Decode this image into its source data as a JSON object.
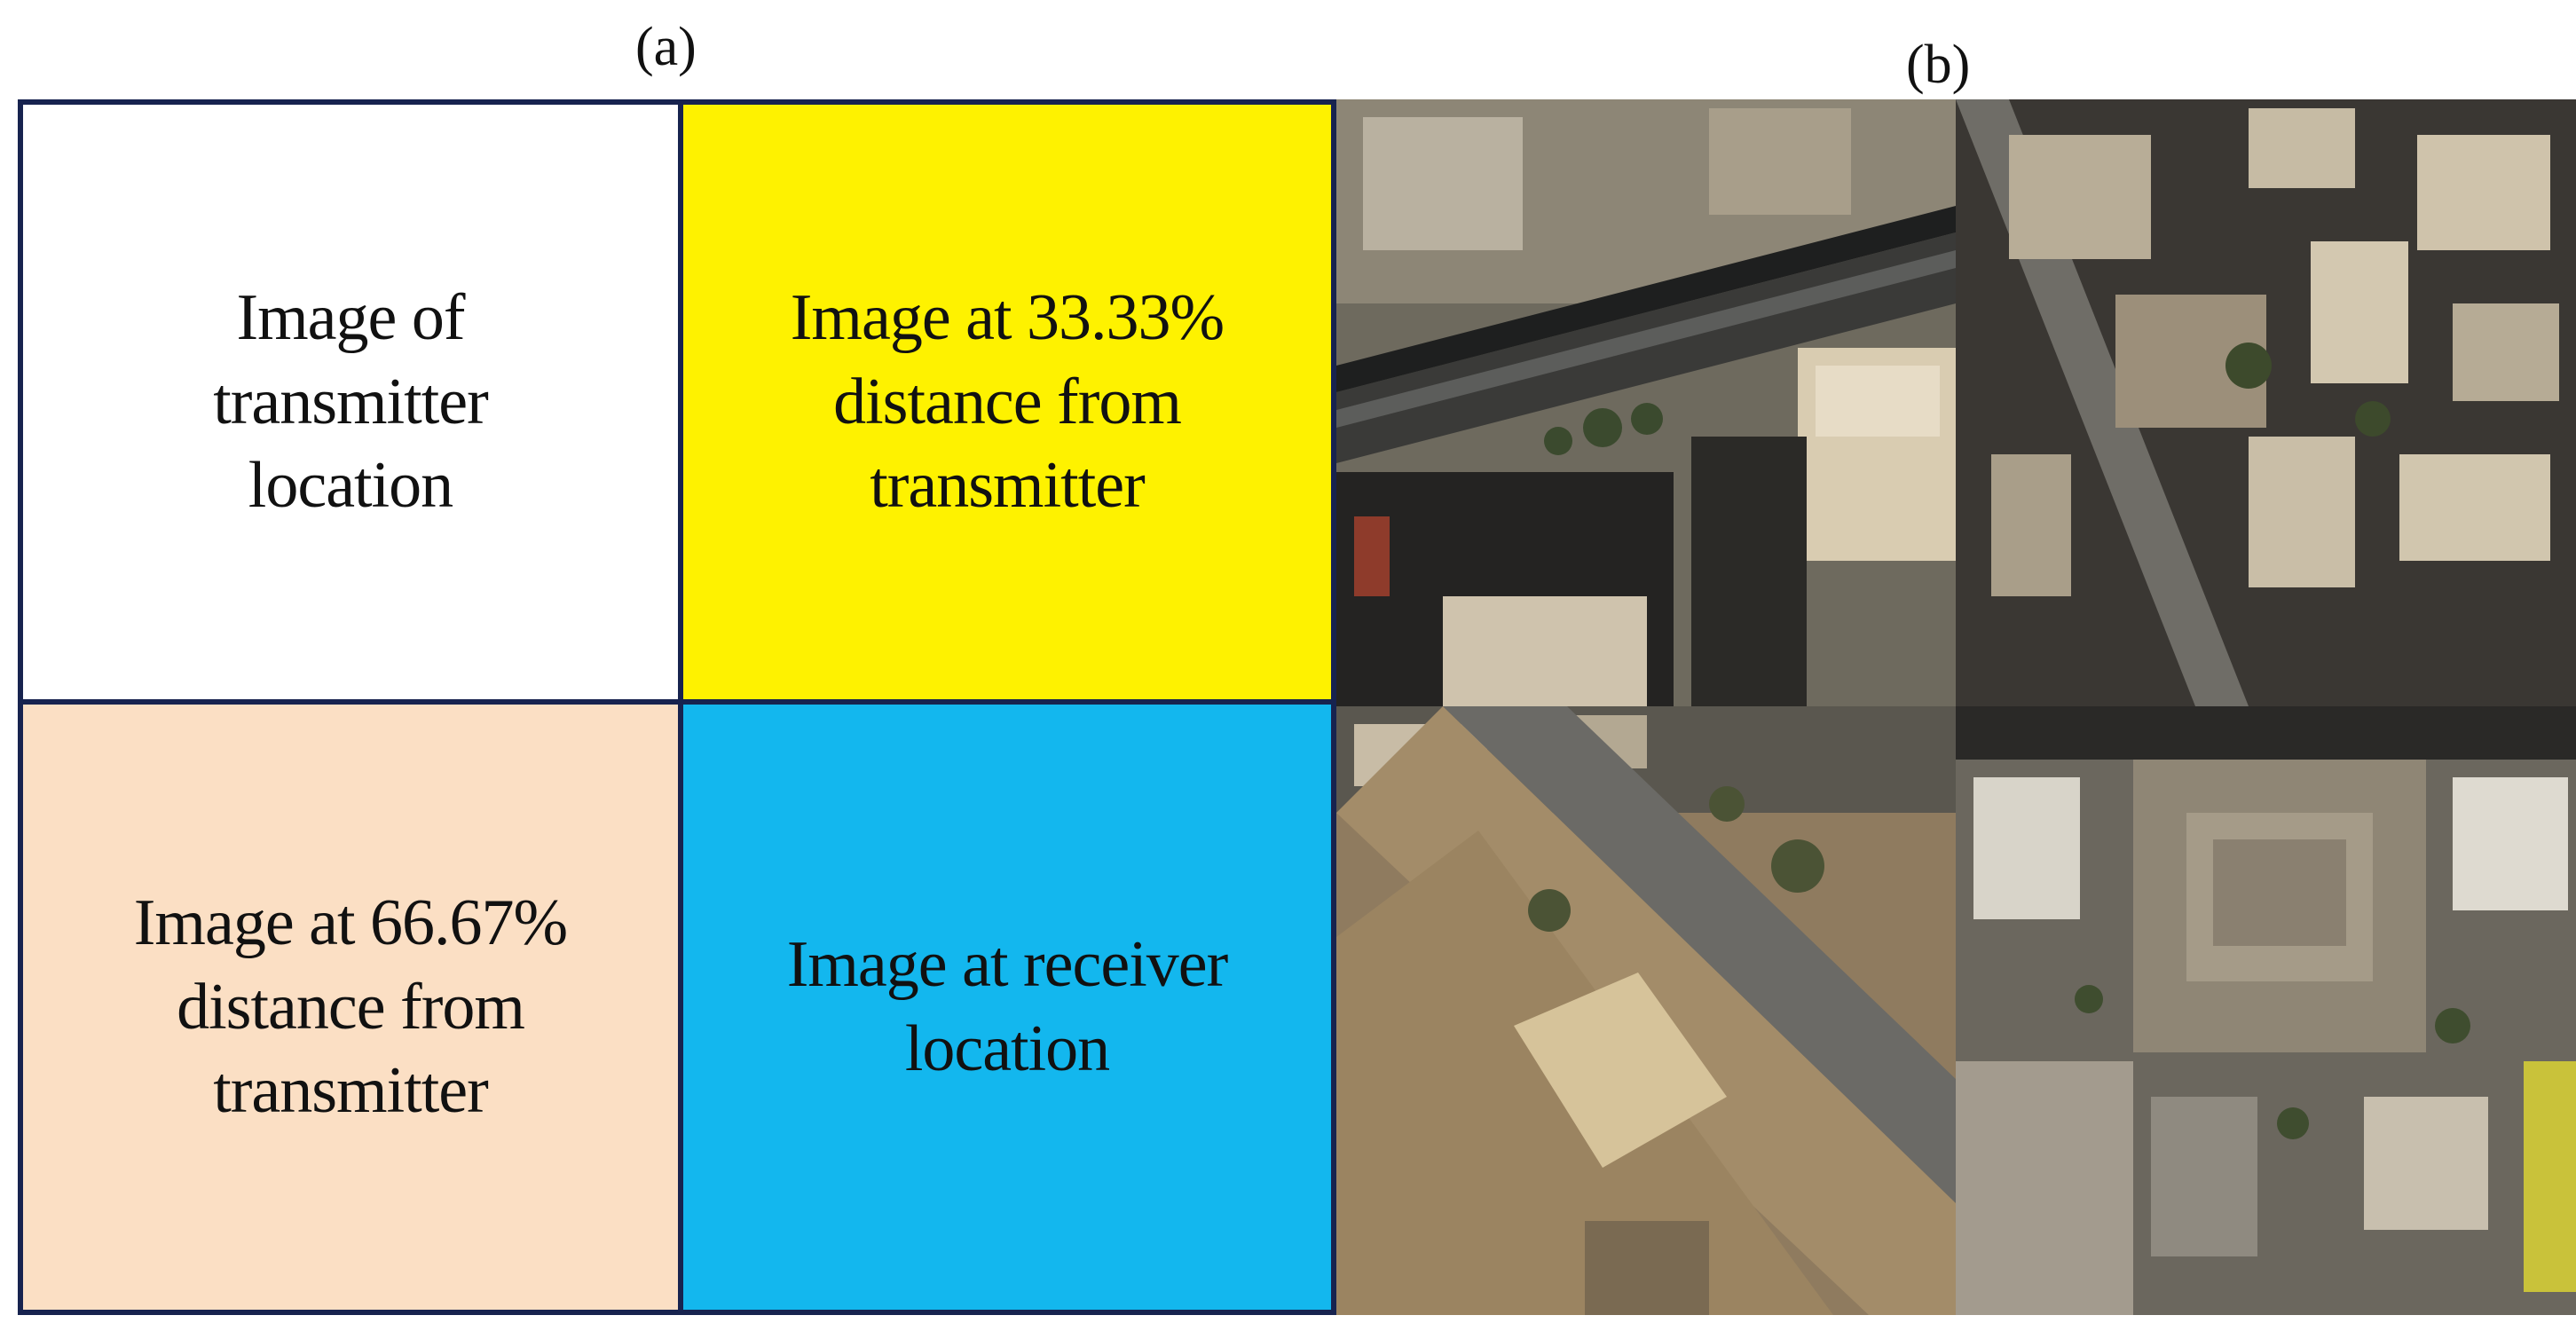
{
  "panels": {
    "a": {
      "label": "(a)",
      "cells": {
        "top_left": "Image of\ntransmitter\nlocation",
        "top_right": "Image at 33.33%\ndistance from\ntransmitter",
        "bottom_left": "Image at 66.67%\ndistance from\ntransmitter",
        "bottom_right": "Image at receiver\nlocation"
      },
      "colors": {
        "top_left": "#ffffff",
        "top_right": "#fef200",
        "bottom_left": "#fbdfc4",
        "bottom_right": "#13b7ee",
        "border": "#17234f"
      }
    },
    "b": {
      "label": "(b)",
      "tiles": [
        "satellite-image-transmitter",
        "satellite-image-33-percent",
        "satellite-image-66-percent",
        "satellite-image-receiver"
      ]
    }
  }
}
